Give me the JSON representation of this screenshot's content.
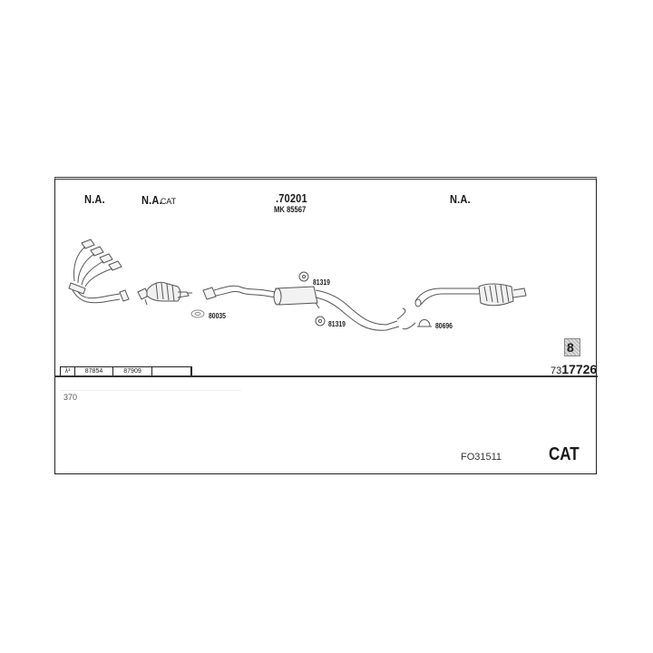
{
  "diagram": {
    "type": "exhaust-system-parts-diagram",
    "column_labels": [
      {
        "text": "N.A.",
        "suffix": ""
      },
      {
        "text": "N.A.",
        "suffix": "CAT"
      },
      {
        "text": ".70201",
        "sub": "MK 85567"
      },
      {
        "text": "N.A.",
        "suffix": ""
      }
    ],
    "parts": [
      {
        "name": "exhaust-manifold",
        "label": ""
      },
      {
        "name": "catalytic-converter",
        "label": ""
      },
      {
        "name": "gasket",
        "label": "80035"
      },
      {
        "name": "rubber-mount-upper",
        "label": "81319"
      },
      {
        "name": "rubber-mount-lower",
        "label": "81319"
      },
      {
        "name": "clamp",
        "label": "80696"
      }
    ],
    "lambda_table": {
      "symbol": "λ¹",
      "values": [
        "87854",
        "87909",
        ""
      ]
    },
    "kit_number_prefix": "73",
    "kit_number_main": "17726",
    "footer": {
      "note": "370",
      "model_code": "FO31511",
      "type": "CAT"
    }
  }
}
